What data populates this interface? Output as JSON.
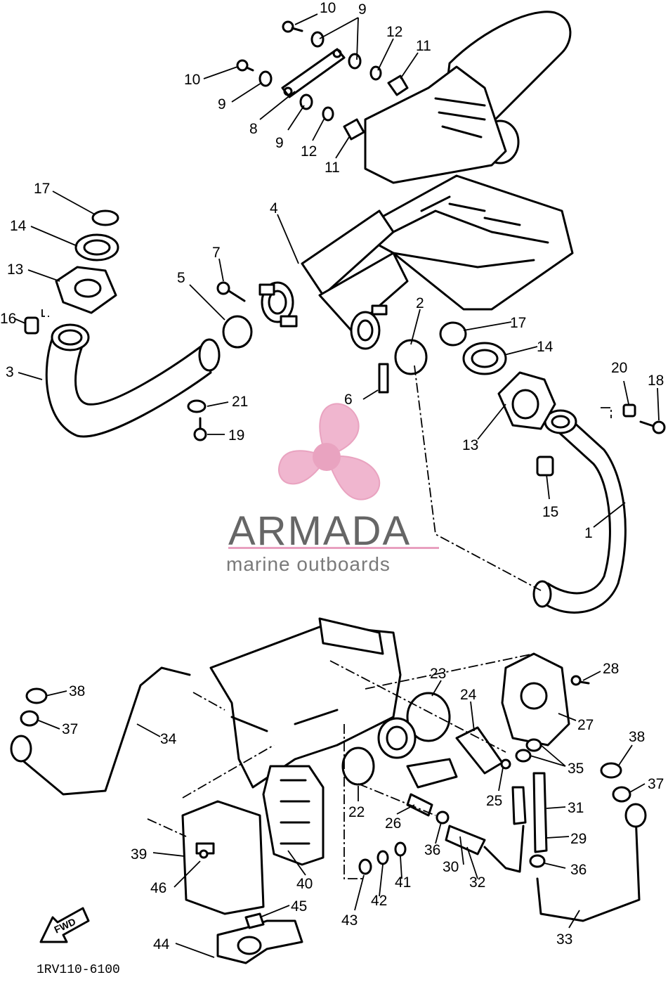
{
  "watermark": {
    "brand": "ARMADA",
    "tagline": "marine outboards",
    "logo_color": "#f0b6cf",
    "logo_hub_color": "#e9a3c0",
    "text_color": "#666666",
    "line_color": "#e8a0bf",
    "logo_icon": "propeller-icon"
  },
  "diagram_code": "1RV110-6100",
  "fwd_label": "FWD",
  "callouts": [
    {
      "id": "c10a",
      "label": "10"
    },
    {
      "id": "c9a",
      "label": "9"
    },
    {
      "id": "c12a",
      "label": "12"
    },
    {
      "id": "c11a",
      "label": "11"
    },
    {
      "id": "c10b",
      "label": "10"
    },
    {
      "id": "c9b",
      "label": "9"
    },
    {
      "id": "c8",
      "label": "8"
    },
    {
      "id": "c9c",
      "label": "9"
    },
    {
      "id": "c12b",
      "label": "12"
    },
    {
      "id": "c11b",
      "label": "11"
    },
    {
      "id": "c17a",
      "label": "17"
    },
    {
      "id": "c14a",
      "label": "14"
    },
    {
      "id": "c13a",
      "label": "13"
    },
    {
      "id": "c16",
      "label": "16"
    },
    {
      "id": "c3",
      "label": "3"
    },
    {
      "id": "c4",
      "label": "4"
    },
    {
      "id": "c7",
      "label": "7"
    },
    {
      "id": "c5",
      "label": "5"
    },
    {
      "id": "c2",
      "label": "2"
    },
    {
      "id": "c17b",
      "label": "17"
    },
    {
      "id": "c14b",
      "label": "14"
    },
    {
      "id": "c6",
      "label": "6"
    },
    {
      "id": "c21",
      "label": "21"
    },
    {
      "id": "c19",
      "label": "19"
    },
    {
      "id": "c20",
      "label": "20"
    },
    {
      "id": "c18",
      "label": "18"
    },
    {
      "id": "c13b",
      "label": "13"
    },
    {
      "id": "c15",
      "label": "15"
    },
    {
      "id": "c1",
      "label": "1"
    },
    {
      "id": "c28",
      "label": "28"
    },
    {
      "id": "c23",
      "label": "23"
    },
    {
      "id": "c24",
      "label": "24"
    },
    {
      "id": "c27",
      "label": "27"
    },
    {
      "id": "c38a",
      "label": "38"
    },
    {
      "id": "c37a",
      "label": "37"
    },
    {
      "id": "c34",
      "label": "34"
    },
    {
      "id": "c35",
      "label": "35"
    },
    {
      "id": "c38b",
      "label": "38"
    },
    {
      "id": "c37b",
      "label": "37"
    },
    {
      "id": "c22",
      "label": "22"
    },
    {
      "id": "c26",
      "label": "26"
    },
    {
      "id": "c25",
      "label": "25"
    },
    {
      "id": "c31",
      "label": "31"
    },
    {
      "id": "c29",
      "label": "29"
    },
    {
      "id": "c36a",
      "label": "36"
    },
    {
      "id": "c36b",
      "label": "36"
    },
    {
      "id": "c30",
      "label": "30"
    },
    {
      "id": "c32",
      "label": "32"
    },
    {
      "id": "c39",
      "label": "39"
    },
    {
      "id": "c46",
      "label": "46"
    },
    {
      "id": "c40",
      "label": "40"
    },
    {
      "id": "c43",
      "label": "43"
    },
    {
      "id": "c42",
      "label": "42"
    },
    {
      "id": "c41",
      "label": "41"
    },
    {
      "id": "c45",
      "label": "45"
    },
    {
      "id": "c44",
      "label": "44"
    },
    {
      "id": "c33",
      "label": "33"
    }
  ]
}
